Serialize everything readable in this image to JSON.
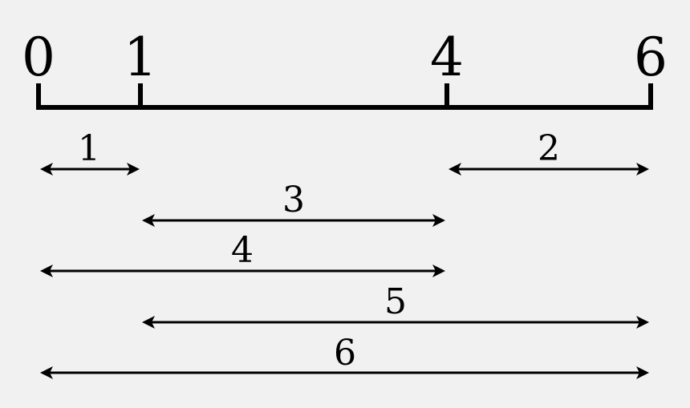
{
  "ruler": {
    "marks": [
      "0",
      "1",
      "4",
      "6"
    ]
  },
  "distances": [
    {
      "label": "1",
      "from": 0,
      "to": 1
    },
    {
      "label": "2",
      "from": 4,
      "to": 6
    },
    {
      "label": "3",
      "from": 1,
      "to": 4
    },
    {
      "label": "4",
      "from": 0,
      "to": 4
    },
    {
      "label": "5",
      "from": 1,
      "to": 6
    },
    {
      "label": "6",
      "from": 0,
      "to": 6
    }
  ],
  "colors": {
    "background": "#f1f1f1",
    "ink": "#000000"
  }
}
